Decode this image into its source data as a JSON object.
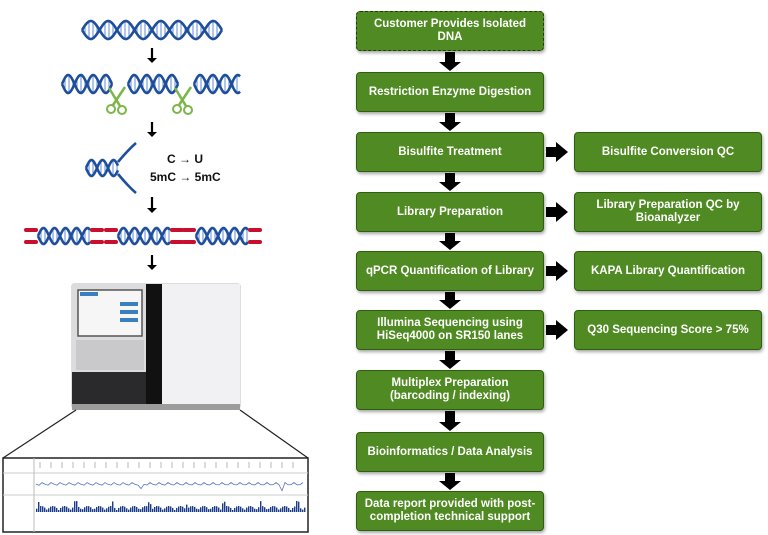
{
  "workflow": {
    "steps": [
      "Customer Provides Isolated DNA",
      "Restriction Enzyme Digestion",
      "Bisulfite Treatment",
      "Library Preparation",
      "qPCR Quantification of Library",
      "Illumina Sequencing using HiSeq4000 on SR150 lanes",
      "Multiplex Preparation (barcoding / indexing)",
      "Bioinformatics / Data Analysis",
      "Data report provided with post-completion technical support"
    ],
    "qc_steps": [
      "Bisulfite Conversion QC",
      "Library Preparation QC by Bioanalyzer",
      "KAPA Library Quantification",
      "Q30 Sequencing Score > 75%"
    ]
  },
  "illustration": {
    "conversion_line1": "C → U",
    "conversion_line2": "5mC → 5mC"
  },
  "colors": {
    "step_fill": "#4f8a22",
    "step_border": "#2f5e12",
    "dna_blue": "#1f4e9c",
    "scissors_green": "#7ab648",
    "adapter_red": "#c8102e",
    "arrow": "#000000"
  }
}
